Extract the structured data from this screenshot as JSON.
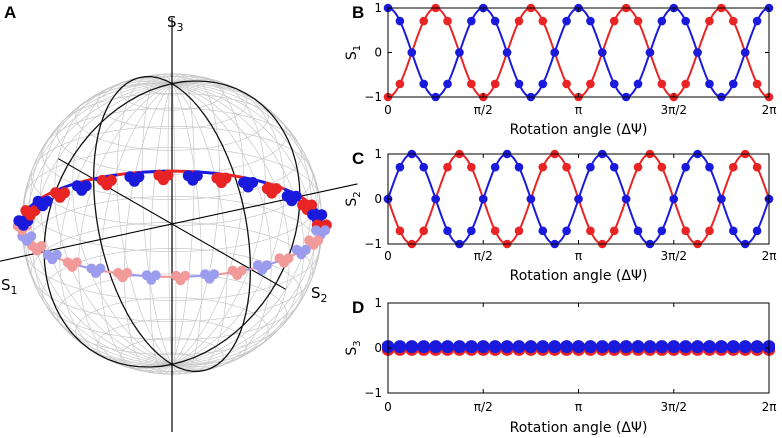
{
  "figure": {
    "sphere_panel_letter": "A",
    "sphere_axis_labels": {
      "s1": "S1",
      "s2": "S2",
      "s3": "S3"
    },
    "colors": {
      "red": "#e82424",
      "blue": "#1a1adc",
      "red_light": "#f29a9a",
      "blue_light": "#9c9cee"
    }
  },
  "chart_data": [
    {
      "panel": "B",
      "type": "line",
      "ylabel": "S1",
      "xlabel": "Rotation angle (ΔΨ)",
      "xlim": [
        0,
        6.2832
      ],
      "ylim": [
        -1,
        1
      ],
      "x_ticks": [
        "0",
        "π/2",
        "π",
        "3π/2",
        "2π"
      ],
      "y_ticks": [
        "1",
        "0",
        "-1"
      ],
      "series": [
        {
          "color": "blue",
          "function": "cos(4·ΔΨ)",
          "points": 33
        },
        {
          "color": "red",
          "function": "-cos(4·ΔΨ)",
          "points": 33
        }
      ]
    },
    {
      "panel": "C",
      "type": "line",
      "ylabel": "S2",
      "xlabel": "Rotation angle (ΔΨ)",
      "xlim": [
        0,
        6.2832
      ],
      "ylim": [
        -1,
        1
      ],
      "x_ticks": [
        "0",
        "π/2",
        "π",
        "3π/2",
        "2π"
      ],
      "y_ticks": [
        "1",
        "0",
        "-1"
      ],
      "series": [
        {
          "color": "blue",
          "function": "sin(4·ΔΨ)",
          "points": 33
        },
        {
          "color": "red",
          "function": "-sin(4·ΔΨ)",
          "points": 33
        }
      ]
    },
    {
      "panel": "D",
      "type": "line",
      "ylabel": "S3",
      "xlabel": "Rotation angle (ΔΨ)",
      "xlim": [
        0,
        6.2832
      ],
      "ylim": [
        -1,
        1
      ],
      "x_ticks": [
        "0",
        "π/2",
        "π",
        "3π/2",
        "2π"
      ],
      "y_ticks": [
        "1",
        "0",
        "-1"
      ],
      "series": [
        {
          "color": "blue",
          "function": "≈0.03",
          "points": 33
        },
        {
          "color": "red",
          "function": "≈-0.03",
          "points": 33
        }
      ]
    }
  ]
}
